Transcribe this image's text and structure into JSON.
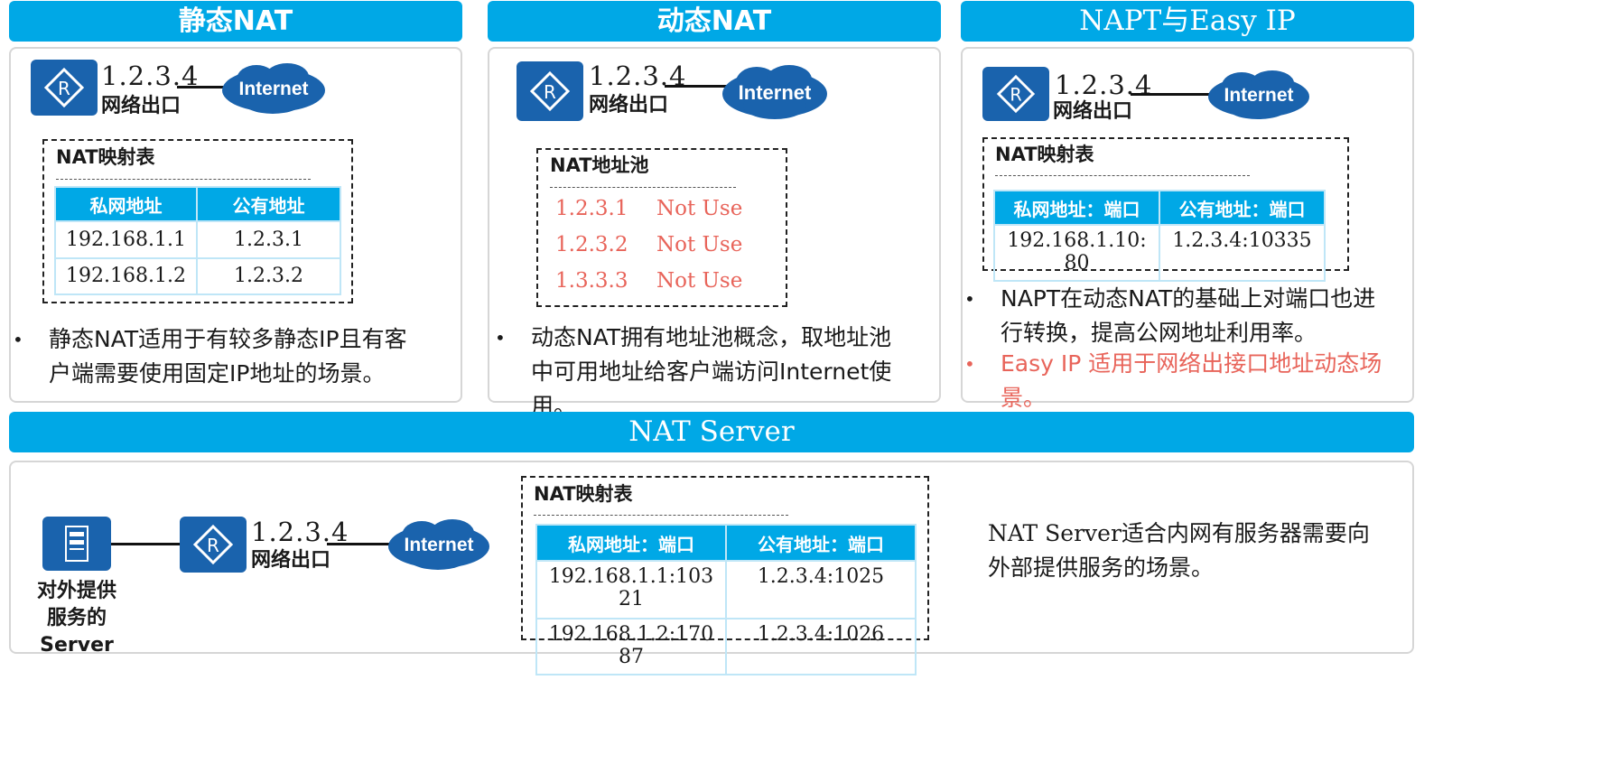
{
  "headers": {
    "static_nat": "静态NAT",
    "dynamic_nat": "动态NAT",
    "napt": "NAPT与Easy IP",
    "nat_server": "NAT Server"
  },
  "common": {
    "ip": "1.2.3.4",
    "outlet": "网络出口",
    "internet": "Internet"
  },
  "static_nat": {
    "table_title": "NAT映射表",
    "columns": [
      "私网地址",
      "公有地址"
    ],
    "rows": [
      [
        "192.168.1.1",
        "1.2.3.1"
      ],
      [
        "192.168.1.2",
        "1.2.3.2"
      ]
    ],
    "bullet": "静态NAT适用于有较多静态IP且有客户端需要使用固定IP地址的场景。",
    "bullet_line1": "静态NAT适用于有较多静态IP且有客",
    "bullet_line2": "户端需要使用固定IP地址的场景。"
  },
  "dynamic_nat": {
    "pool_title": "NAT地址池",
    "pool": [
      {
        "ip": "1.2.3.1",
        "status": "Not Use"
      },
      {
        "ip": "1.2.3.2",
        "status": "Not Use"
      },
      {
        "ip": "1.3.3.3",
        "status": "Not Use"
      }
    ],
    "bullet_line1": "动态NAT拥有地址池概念，取地址池",
    "bullet_line2": "中可用地址给客户端访问Internet使",
    "bullet_line3": "用。"
  },
  "napt": {
    "table_title": "NAT映射表",
    "columns": [
      "私网地址：端口",
      "公有地址：端口"
    ],
    "row_private_line1": "192.168.1.10:",
    "row_private_line2": "80",
    "row_public": "1.2.3.4:10335",
    "bullet1_line1": "NAPT在动态NAT的基础上对端口也进",
    "bullet1_line2": "行转换，提高公网地址利用率。",
    "bullet2_line1": "Easy IP 适用于网络出接口地址动态场",
    "bullet2_line2": "景。"
  },
  "nat_server": {
    "server_label_line1": "对外提供",
    "server_label_line2": "服务的Server",
    "table_title": "NAT映射表",
    "columns": [
      "私网地址：端口",
      "公有地址：端口"
    ],
    "rows": [
      {
        "private_line1": "192.168.1.1:103",
        "private_line2": "21",
        "public": "1.2.3.4:1025"
      },
      {
        "private_line1": "192.168.1.2:170",
        "private_line2": "87",
        "public": "1.2.3.4:1026"
      }
    ],
    "desc_line1": "NAT Server适合内网有服务器需要向",
    "desc_line2": "外部提供服务的场景。"
  },
  "colors": {
    "header_blue": "#00a8e6",
    "router_blue": "#1a63ad",
    "cloud_blue": "#1a63ad",
    "highlight_red": "#e8645a"
  }
}
